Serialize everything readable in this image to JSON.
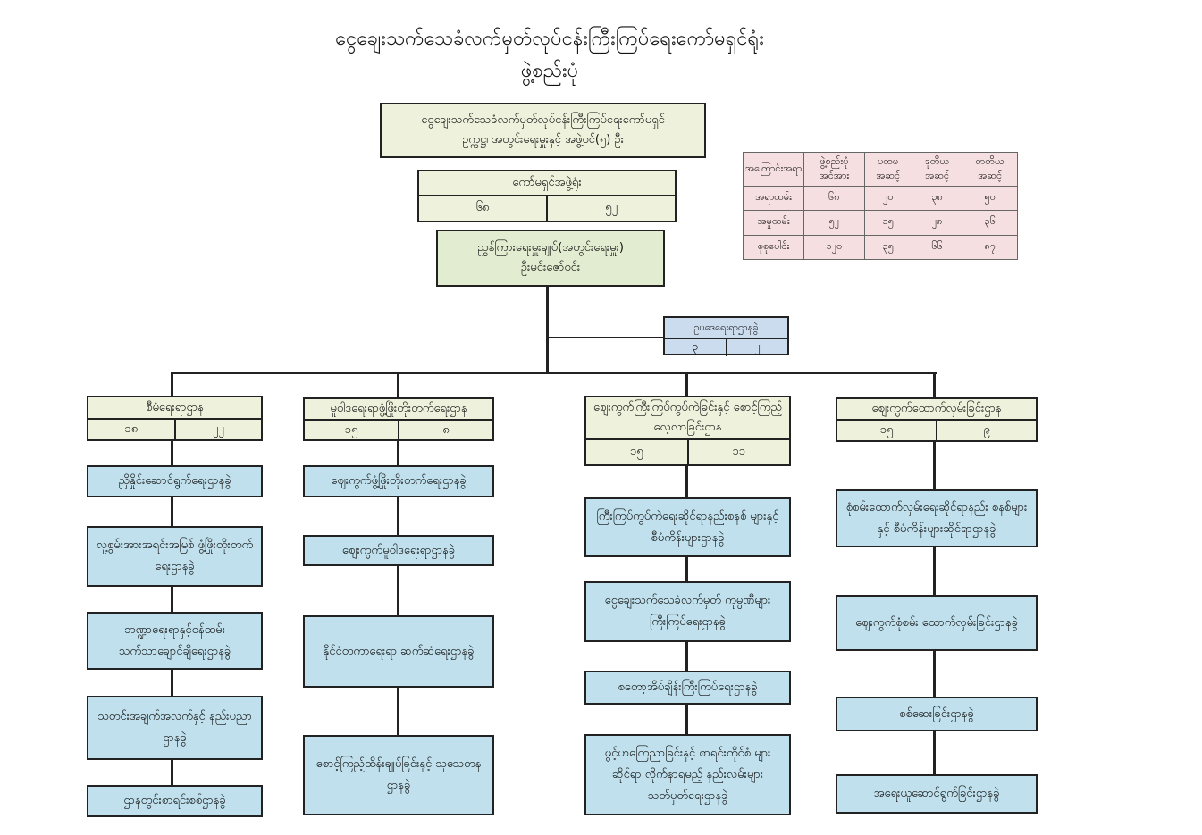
{
  "title": {
    "line1": "ငွေချေးသက်သေခံလက်မှတ်လုပ်ငန်းကြီးကြပ်ရေးကော်မရှင်ရုံး",
    "line2": "ဖွဲ့စည်းပုံ"
  },
  "commission": {
    "line1": "ငွေချေးသက်သေခံလက်မှတ်လုပ်ငန်းကြီးကြပ်ရေးကော်မရှင်",
    "line2": "ဥက္ကဋ္ဌ၊ အတွင်းရေးမှူးနှင့် အဖွဲ့ဝင်(၅) ဦး"
  },
  "office": {
    "label": "ကော်မရှင်အဖွဲ့ရုံး",
    "officers": "၆၈",
    "staff": "၅၂"
  },
  "director": {
    "line1": "ညွှန်ကြားရေးမှူးချုပ်(အတွင်းရေးမှူး)",
    "line2": "ဦးမင်းဇော်ဝင်း"
  },
  "legal_division": {
    "label": "ဥပဒေရေးရာဌာနခွဲ",
    "officers": "၃",
    "staff": "၂"
  },
  "stats_table": {
    "headers": [
      "အကြောင်းအရာ",
      "ဖွဲ့စည်းပုံ အင်အား",
      "ပထမ အဆင့်",
      "ဒုတိယ အဆင့်",
      "တတိယ အဆင့်"
    ],
    "rows": [
      [
        "အရာထမ်း",
        "၆၈",
        "၂၀",
        "၃၈",
        "၅၀"
      ],
      [
        "အမှုထမ်း",
        "၅၂",
        "၁၅",
        "၂၈",
        "၃၆"
      ],
      [
        "စုစုပေါင်း",
        "၁၂၀",
        "၃၅",
        "၆၆",
        "၈၇"
      ]
    ]
  },
  "departments": [
    {
      "label": "စီမံရေးရာဌာန",
      "officers": "၁၈",
      "staff": "၂၂",
      "units": [
        "ညှိနှိုင်းဆောင်ရွက်ရေးဌာနခွဲ",
        "လူ့စွမ်းအားအရင်းအမြစ် ဖွံ့ဖြိုးတိုးတက်ရေးဌာနခွဲ",
        "ဘဏ္ဍာရေးရာနှင့်ဝန်ထမ်း သက်သာချောင်ချိရေးဌာနခွဲ",
        "သတင်းအချက်အလက်နှင့် နည်းပညာဌာနခွဲ",
        "ဌာနတွင်းစာရင်းစစ်ဌာနခွဲ"
      ]
    },
    {
      "label": "မူဝါဒရေးရာဖွံ့ဖြိုးတိုးတက်ရေးဌာန",
      "officers": "၁၅",
      "staff": "၈",
      "units": [
        "စျေးကွက်ဖွံ့ဖြိုးတိုးတက်ရေးဌာနခွဲ",
        "စျေးကွက်မူဝါဒရေးရာဌာနခွဲ",
        "နိုင်ငံတကာရေးရာ ဆက်ဆံရေးဌာနခွဲ",
        "စောင့်ကြည့်ထိန်းချုပ်ခြင်းနှင့် သုသေတနဌာနခွဲ"
      ]
    },
    {
      "label": "စျေးကွက်ကြီးကြပ်ကွပ်ကဲခြင်းနှင့် စောင့်ကြည့်လေ့လာခြင်းဌာန",
      "officers": "၁၅",
      "staff": "၁၁",
      "units": [
        "ကြီးကြပ်ကွပ်ကဲရေးဆိုင်ရာနည်းစနစ် များနှင့် စီမံကိန်းများဌာနခွဲ",
        "ငွေချေးသက်သေခံလက်မှတ် ကုမ္ပဏီများ ကြီးကြပ်ရေးဌာနခွဲ",
        "စတော့အိပ်ချိန်းကြီးကြပ်ရေးဌာနခွဲ",
        "ဖွင့်ဟကြေညာခြင်းနှင့် စာရင်းကိုင်စံ များဆိုင်ရာ လိုက်နာရမည့် နည်းလမ်းများ သတ်မှတ်ရေးဌာနခွဲ"
      ]
    },
    {
      "label": "စျေးကွက်ထောက်လှမ်းခြင်းဌာန",
      "officers": "၁၅",
      "staff": "၉",
      "units": [
        "စုံစမ်းထောက်လှမ်းရေးဆိုင်ရာနည်း စနစ်များနှင့် စီမံကိန်းများဆိုင်ရာဌာနခွဲ",
        "စျေးကွက်စုံစမ်း ထောက်လှမ်းခြင်းဌာနခွဲ",
        "စစ်ဆေးခြင်းဌာနခွဲ",
        "အရေးယူဆောင်ရွက်ခြင်းဌာနခွဲ"
      ]
    }
  ]
}
